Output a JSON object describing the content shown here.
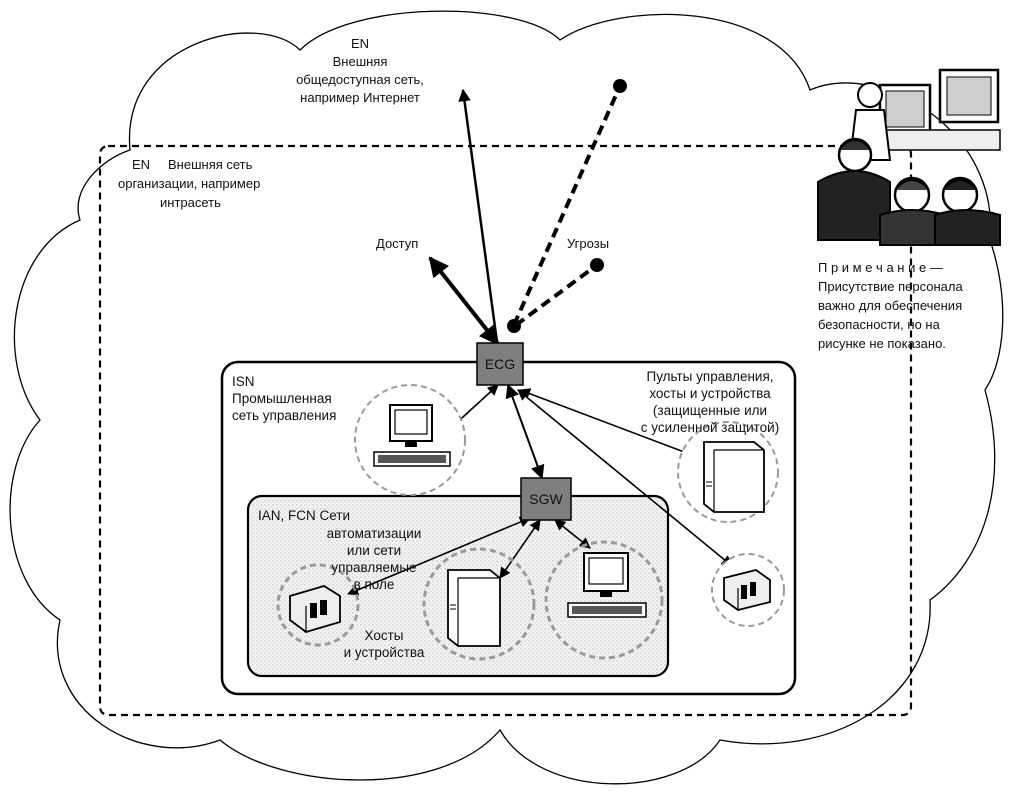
{
  "en_internet": {
    "title": "EN",
    "line1": "Внешняя",
    "line2": "общедоступная сеть,",
    "line3": "например  Интернет"
  },
  "en_intranet": {
    "title": "EN",
    "line1": "Внешняя сеть",
    "line2": "организации, например",
    "line3": "интрасеть"
  },
  "arrows": {
    "access": "Доступ",
    "threats": "Угрозы"
  },
  "isn": {
    "title": "ISN",
    "line1": "Промышленная",
    "line2": "сеть управления"
  },
  "consoles": {
    "line1": "Пульты управления,",
    "line2": "хосты и устройства",
    "line3": "(защищенные или",
    "line4": "с усиленной защитой)"
  },
  "nodes": {
    "ecg": "ECG",
    "sgw": "SGW"
  },
  "ian": {
    "line1": "IAN, FCN  Сети",
    "line2": "автоматизации",
    "line3": "или сети",
    "line4": "управляемые",
    "line5": "в поле"
  },
  "hosts": {
    "line1": "Хосты",
    "line2": "и устройства"
  },
  "note": {
    "line1": "П р и м е ч а н и е —",
    "line2": "Присутствие персонала",
    "line3": "важно для обеспечения",
    "line4": "безопасности, но на",
    "line5": "рисунке не показано."
  },
  "colors": {
    "node_fill": "#7f7f7f",
    "ian_fill": "#eeeeee",
    "line": "#000000",
    "dashed_circle": "#9a9a9a"
  }
}
